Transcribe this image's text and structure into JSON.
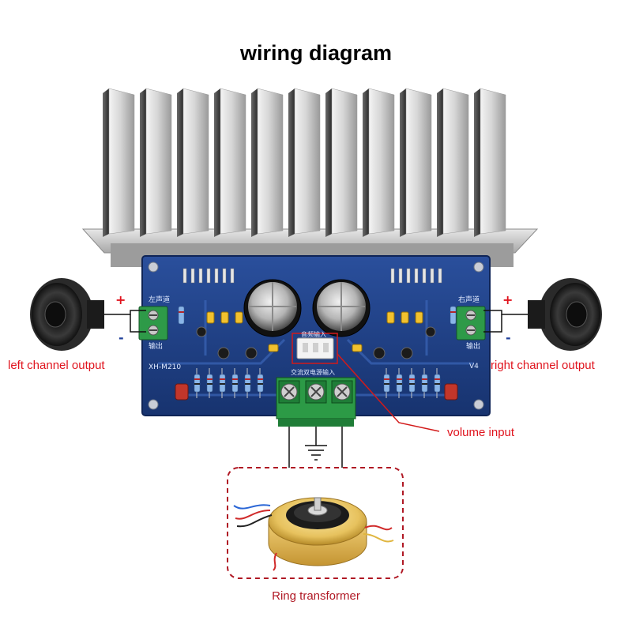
{
  "title": "wiring diagram",
  "labels": {
    "left_output": "left channel output",
    "right_output": "right channel output",
    "volume_input": "volume input",
    "transformer": "Ring transformer"
  },
  "polarity": {
    "plus": "+",
    "minus": "-"
  },
  "board": {
    "model": "XH-M210",
    "left_silk_top": "左声道",
    "left_silk_bottom": "输出",
    "right_silk_top": "右声道",
    "right_silk_bottom": "输出",
    "signal_input": "音频输入",
    "power_input": "交流双电源输入",
    "corner_mark": "V4"
  },
  "colors": {
    "board": "#1e3f86",
    "heatsink": "#c8c8c8",
    "label_red": "#e0141e",
    "terminal_green": "#2e9a48",
    "dashed_red": "#b01824"
  }
}
